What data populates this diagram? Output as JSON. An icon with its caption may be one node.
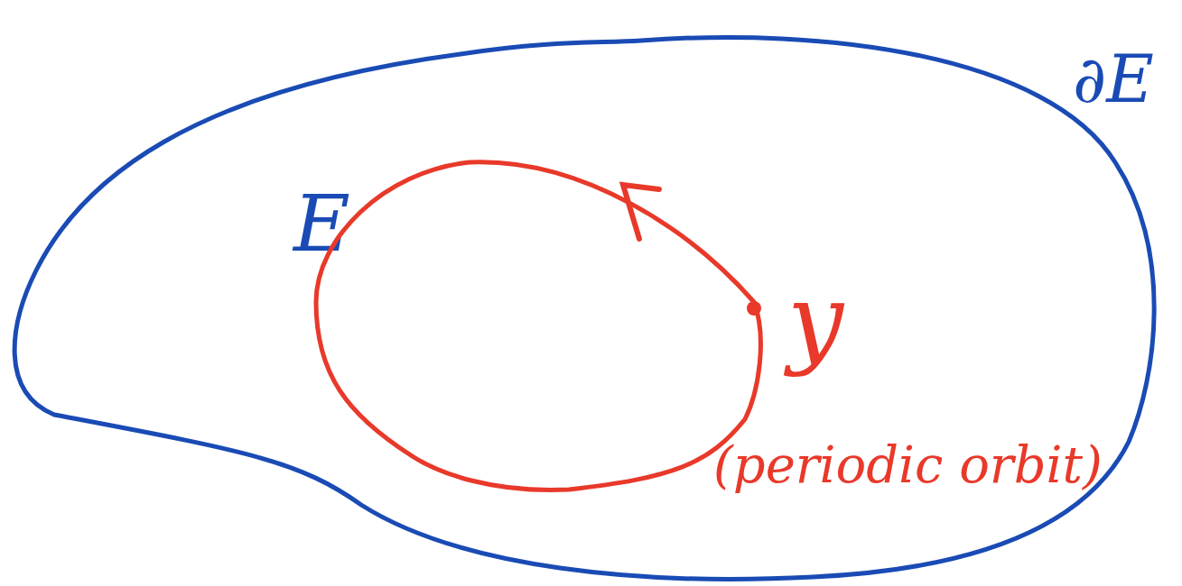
{
  "diagram": {
    "nodes": [
      {
        "text": [
          "∂E",
          "E"
        ]
      },
      {
        "text": [],
        "shape": "circle",
        "in": 0,
        "beside": [
          "y"
        ]
      }
    ],
    "labels": [
      "(periodic orbit)"
    ]
  }
}
